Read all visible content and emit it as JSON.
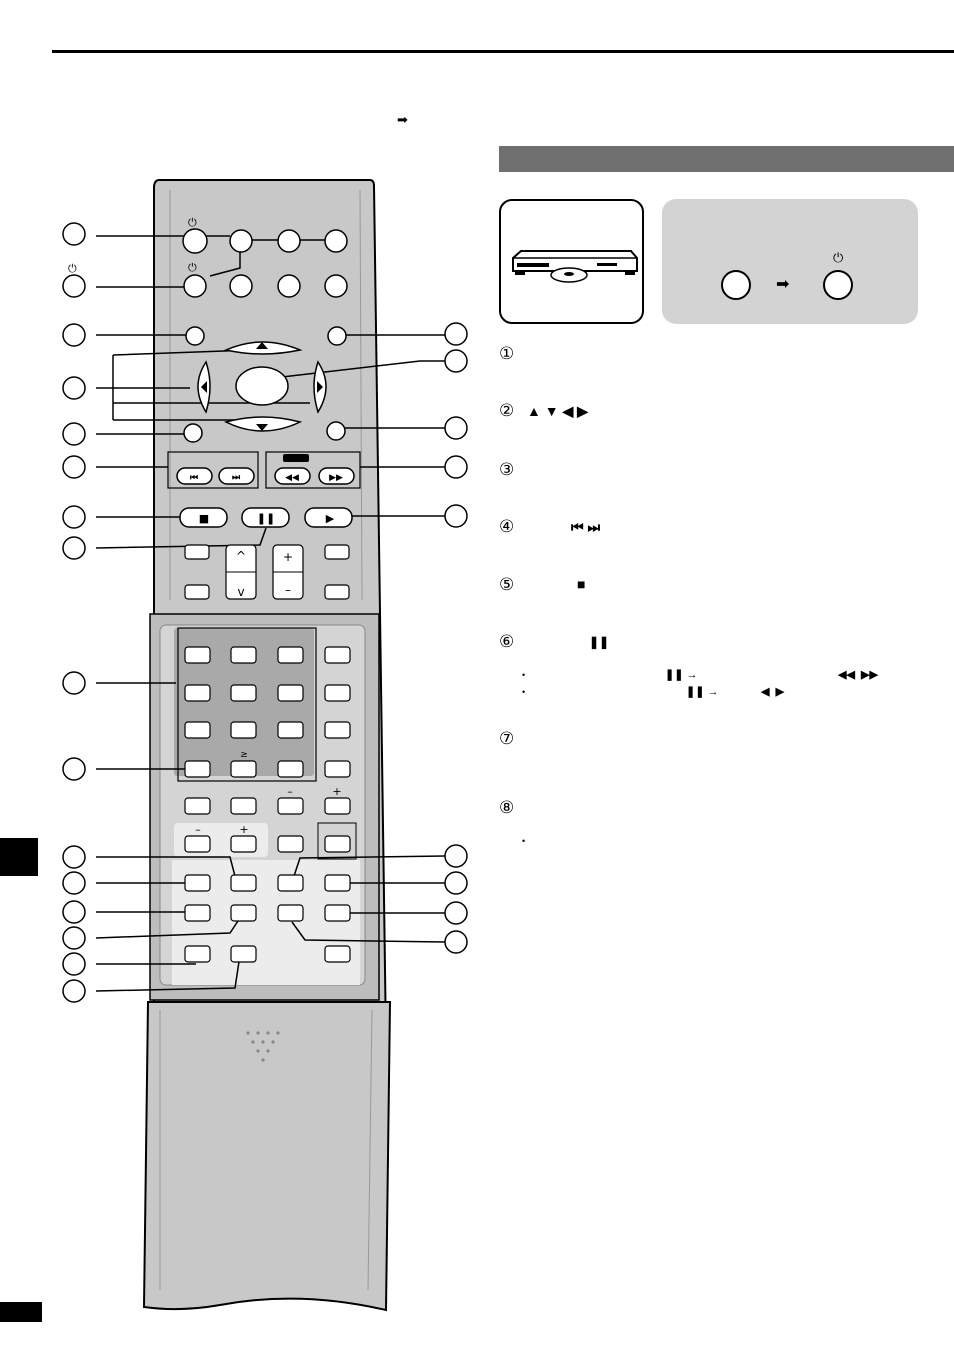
{
  "header": {
    "arrow": "➡"
  },
  "player_icon": "dvd-player-icon",
  "remote_step": {
    "arrow": "➡",
    "power_symbol": "⏻"
  },
  "instructions": [
    {
      "num": "①",
      "symbols": ""
    },
    {
      "num": "②",
      "symbols": "▲ ▼ ◀ ▶"
    },
    {
      "num": "③",
      "symbols": ""
    },
    {
      "num": "④",
      "symbols": "⏮ ⏭"
    },
    {
      "num": "⑤",
      "symbols": "■"
    },
    {
      "num": "⑥",
      "symbols": "❚❚"
    },
    {
      "num": "⑦",
      "symbols": ""
    },
    {
      "num": "⑧",
      "symbols": ""
    }
  ],
  "notes_6": [
    {
      "bullet": "•",
      "pause": "❚❚ →",
      "symbols": "◀◀  ▶▶"
    },
    {
      "bullet": "•",
      "pause": "❚❚ →",
      "symbols": "◀  ▶"
    }
  ],
  "notes_8": [
    {
      "bullet": "•"
    }
  ],
  "remote": {
    "power_symbol": "⏻",
    "minus": "–",
    "plus": "+",
    "greater_equal": "≥",
    "up_caret": "^",
    "down_caret": "v",
    "skip_prev": "⏮",
    "skip_next": "⏭",
    "rewind": "◀◀",
    "fast_forward": "▶▶",
    "stop": "■",
    "pause": "❚❚",
    "play": "▶"
  }
}
